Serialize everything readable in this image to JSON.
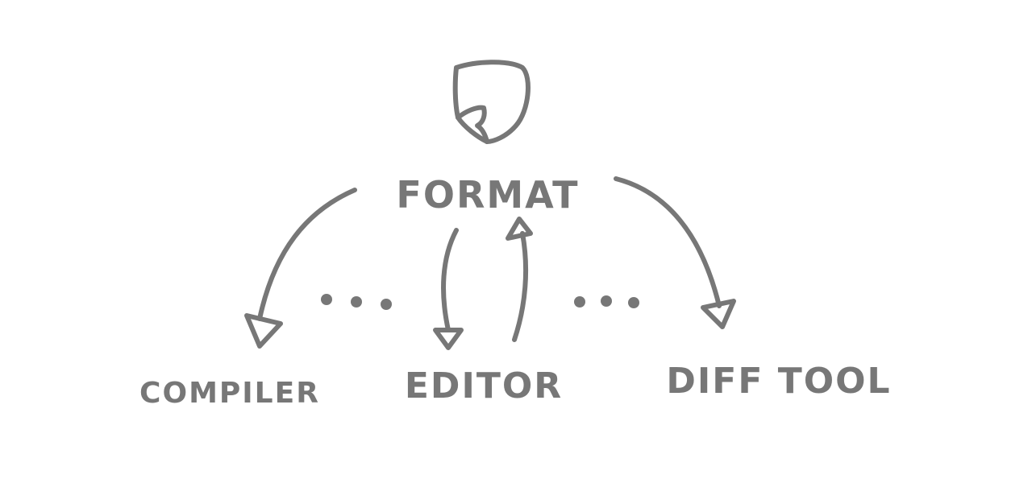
{
  "nodes": {
    "format": {
      "label": "Format",
      "icon": "document-icon"
    },
    "compiler": {
      "label": "Compiler"
    },
    "editor": {
      "label": "Editor"
    },
    "difftool": {
      "label": "Diff Tool"
    }
  },
  "ellipsis_left": "...",
  "ellipsis_right": "...",
  "colors": {
    "stroke": "#777777",
    "background": "#ffffff"
  }
}
